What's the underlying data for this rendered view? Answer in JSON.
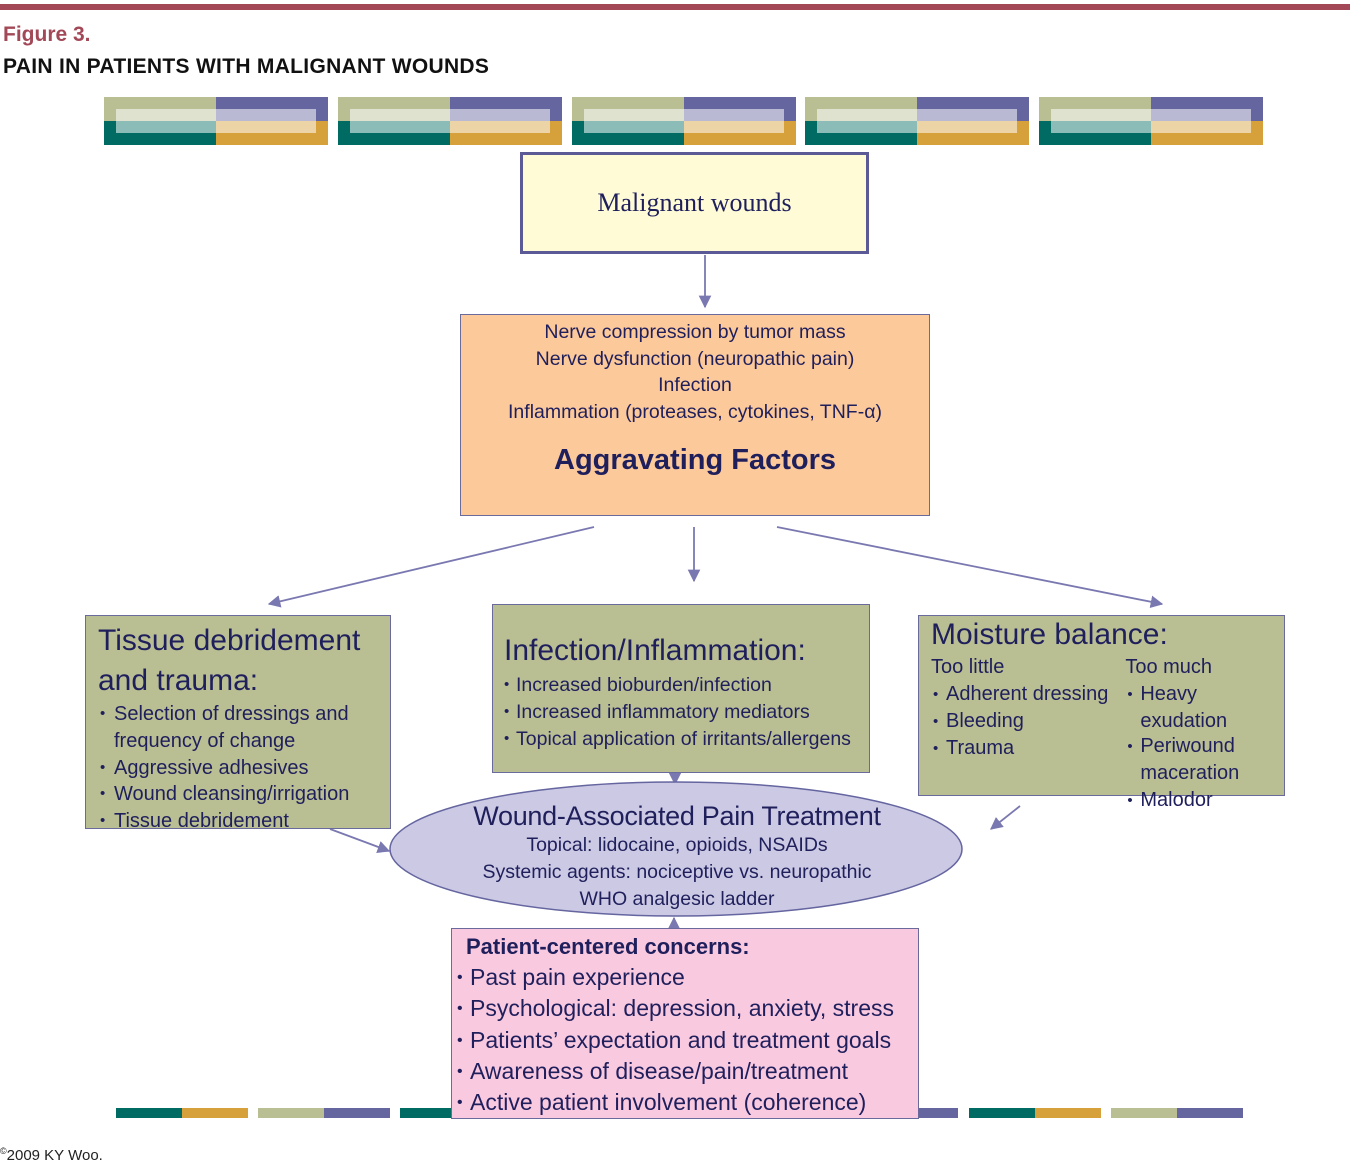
{
  "figure": {
    "label": "Figure 3.",
    "title": "PAIN IN PATIENTS WITH MALIGNANT WOUNDS"
  },
  "colors": {
    "accent_rule": "#a24857",
    "olive": "#b9be93",
    "purple": "#6565a0",
    "teal": "#006b63",
    "gold": "#d6a13b",
    "node_yellow": "#fefbd6",
    "node_orange": "#fcc99a",
    "node_ellipse": "#ccc9e4",
    "node_pink": "#f9c9e0",
    "text_navy": "#1f1f5c"
  },
  "nodes": {
    "malignant": {
      "label": "Malignant wounds"
    },
    "aggravating": {
      "lines": [
        "Nerve compression by tumor mass",
        "Nerve dysfunction (neuropathic pain)",
        "Infection",
        "Inflammation (proteases, cytokines, TNF-α)"
      ],
      "heading": "Aggravating Factors"
    },
    "tissue": {
      "heading_1": "Tissue debridement",
      "heading_2": "and trauma:",
      "items": [
        "Selection of dressings and",
        "frequency of change",
        "Aggressive adhesives",
        "Wound cleansing/irrigation",
        "Tissue debridement"
      ]
    },
    "infection": {
      "heading": "Infection/Inflammation:",
      "items": [
        "Increased bioburden/infection",
        "Increased inflammatory mediators",
        "Topical application of irritants/allergens"
      ]
    },
    "moisture": {
      "heading": "Moisture balance:",
      "too_little": {
        "label": "Too little",
        "items": [
          "Adherent dressing",
          "Bleeding",
          "Trauma"
        ]
      },
      "too_much": {
        "label": "Too much",
        "items": [
          "Heavy exudation",
          "Periwound",
          "maceration",
          "Malodor"
        ]
      }
    },
    "treatment": {
      "heading": "Wound-Associated Pain Treatment",
      "lines": [
        "Topical: lidocaine, opioids, NSAIDs",
        "Systemic agents: nociceptive vs. neuropathic",
        "WHO analgesic ladder"
      ]
    },
    "patient": {
      "heading": "Patient-centered concerns:",
      "items": [
        "Past pain experience",
        "Psychological: depression, anxiety, stress",
        "Patients’ expectation and treatment goals",
        "Awareness of disease/pain/treatment",
        "Active patient involvement (coherence)"
      ]
    }
  },
  "edges": [
    {
      "from": "malignant",
      "to": "aggravating"
    },
    {
      "from": "aggravating",
      "to": "tissue"
    },
    {
      "from": "aggravating",
      "to": "infection"
    },
    {
      "from": "aggravating",
      "to": "moisture"
    },
    {
      "from": "tissue",
      "to": "treatment"
    },
    {
      "from": "infection",
      "to": "treatment"
    },
    {
      "from": "moisture",
      "to": "treatment"
    },
    {
      "from": "patient",
      "to": "treatment"
    }
  ],
  "copyright": {
    "symbol": "©",
    "text": "2009 KY Woo."
  }
}
